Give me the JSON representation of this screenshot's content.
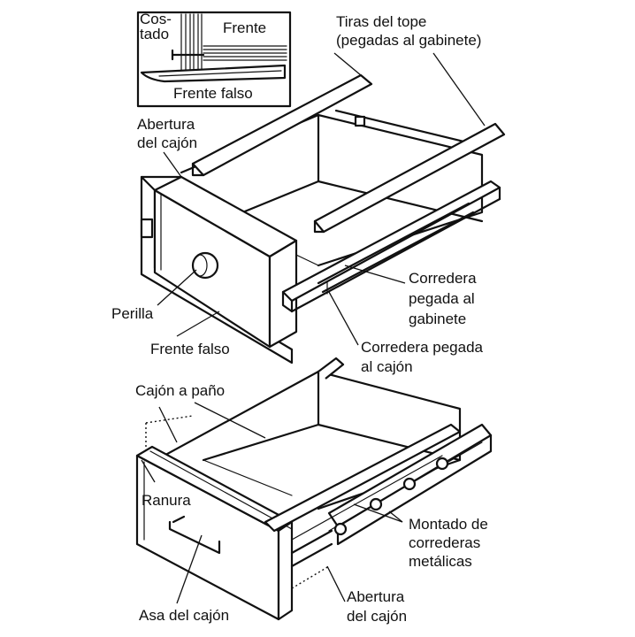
{
  "inset": {
    "costado": "Cos-\ntado",
    "frente": "Frente",
    "frente_falso": "Frente falso"
  },
  "top_diagram": {
    "tiras": "Tiras del tope\n(pegadas al gabinete)",
    "abertura": "Abertura\ndel cajón",
    "corredera_gabinete": "Corredera\npegada al\ngabinete",
    "perilla": "Perilla",
    "frente_falso": "Frente falso",
    "corredera_cajon": "Corredera pegada\nal cajón"
  },
  "bottom_diagram": {
    "cajon_pano": "Cajón a paño",
    "ranura": "Ranura",
    "montado": "Montado de\ncorrederas\nmetálicas",
    "asa": "Asa del cajón",
    "abertura": "Abertura\ndel cajón"
  }
}
